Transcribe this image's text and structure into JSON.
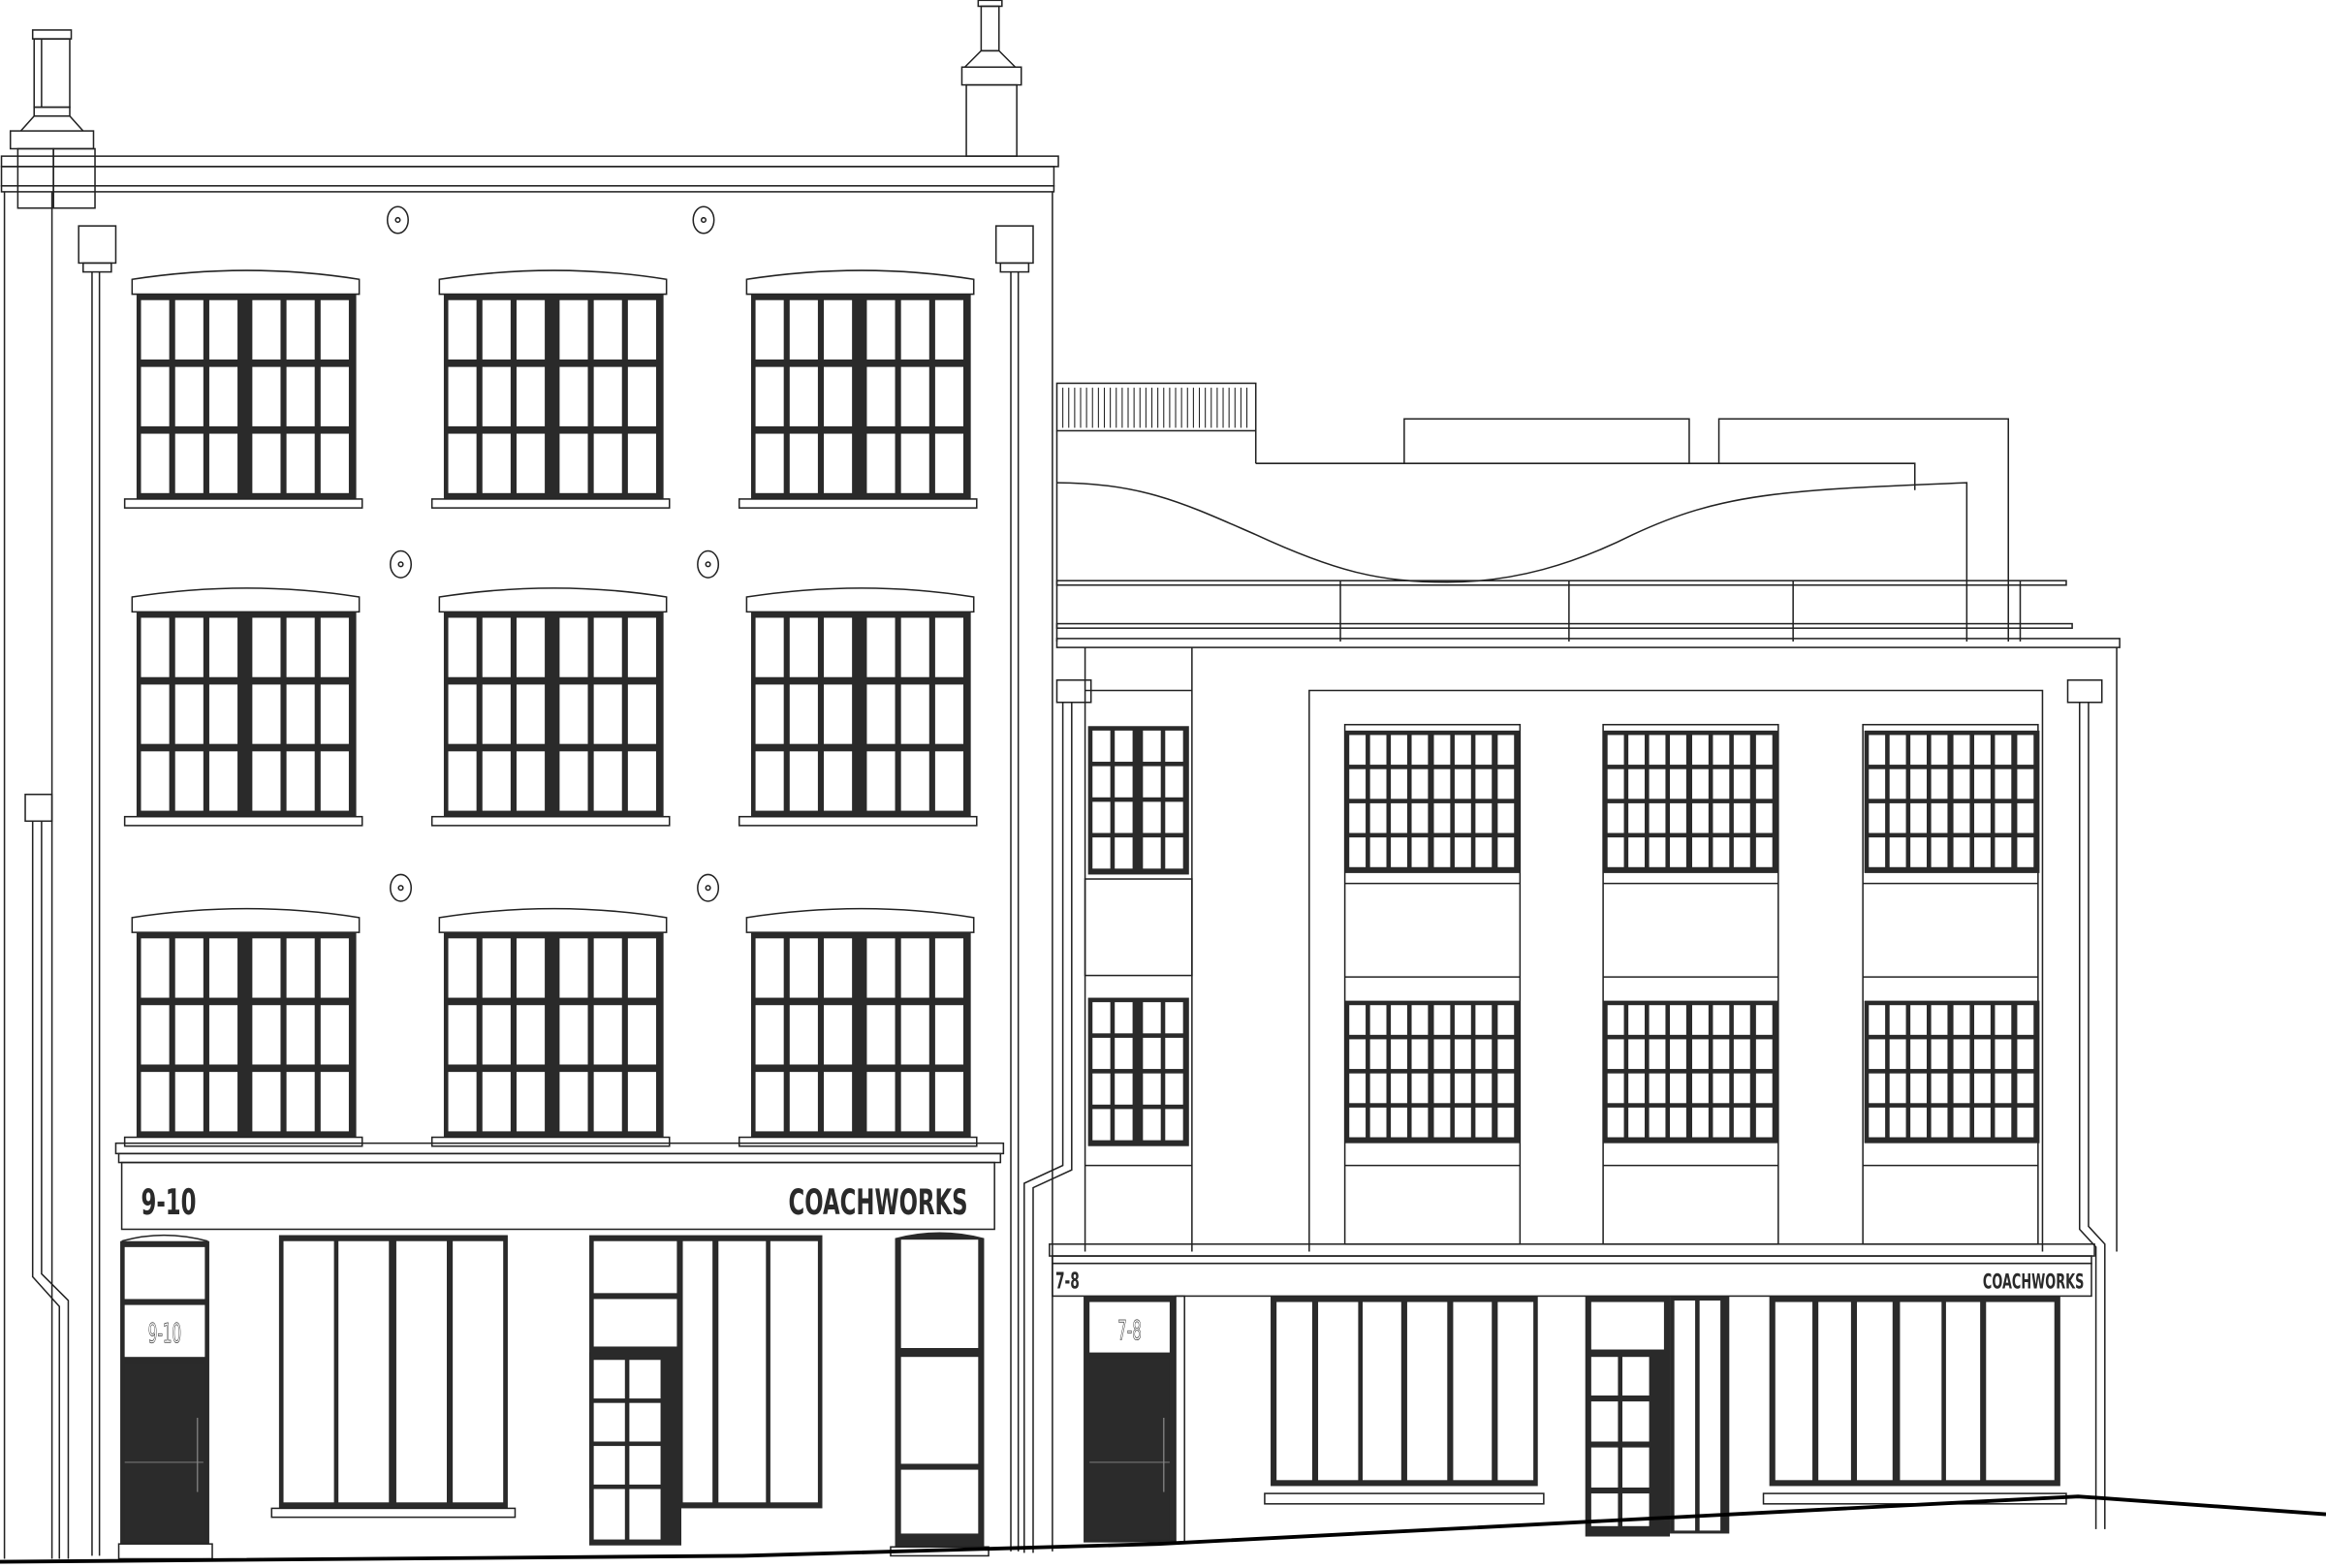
{
  "drawing": {
    "type": "architectural front elevation",
    "colors": {
      "line": "#222222",
      "frame": "#2a2a2a",
      "door": "#2b2b2b",
      "background": "#ffffff"
    }
  },
  "left_building": {
    "fascia_number": "9-10",
    "fascia_name": "COACHWORKS",
    "door_transom_number": "9-10",
    "upper_floors": 3,
    "windows_per_floor": 3
  },
  "right_building": {
    "fascia_number": "7-8",
    "fascia_name": "COACHWORKS",
    "door_transom_number": "7-8",
    "upper_floors": 2,
    "windows_per_floor": 4
  }
}
